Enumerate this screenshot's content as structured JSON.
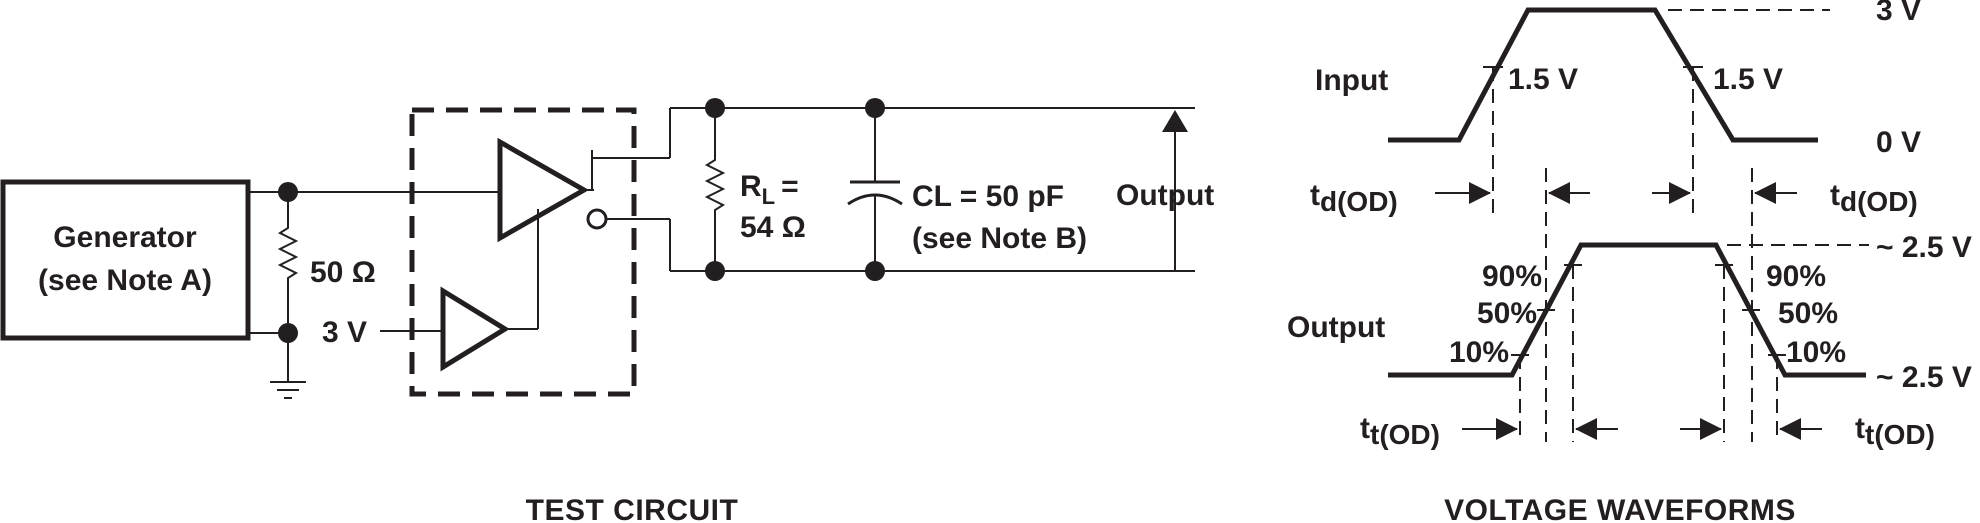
{
  "test_circuit": {
    "generator_line1": "Generator",
    "generator_line2": "(see Note A)",
    "r_source_label": "50 Ω",
    "bias_label": "3 V",
    "rl_symbol": "R",
    "rl_subscript": "L",
    "rl_eq": "=",
    "rl_value": "54  Ω",
    "cl_label": "CL = 50 pF",
    "cl_note": "(see Note B)",
    "output_label": "Output",
    "caption": "TEST CIRCUIT"
  },
  "waveforms": {
    "input_label": "Input",
    "output_label": "Output",
    "v_high": "3 V",
    "v_low": "0 V",
    "mid_left": "1.5 V",
    "mid_right": "1.5 V",
    "td_t": "t",
    "td_sub": "d(OD)",
    "out_high": "~ 2.5 V",
    "out_low": "~ 2.5 V",
    "pct90_left": "90%",
    "pct50_left": "50%",
    "pct10_left": "10%",
    "pct90_right": "90%",
    "pct50_right": "50%",
    "pct10_right": "10%",
    "tt_t": "t",
    "tt_sub": "t(OD)",
    "caption": "VOLTAGE WAVEFORMS"
  }
}
